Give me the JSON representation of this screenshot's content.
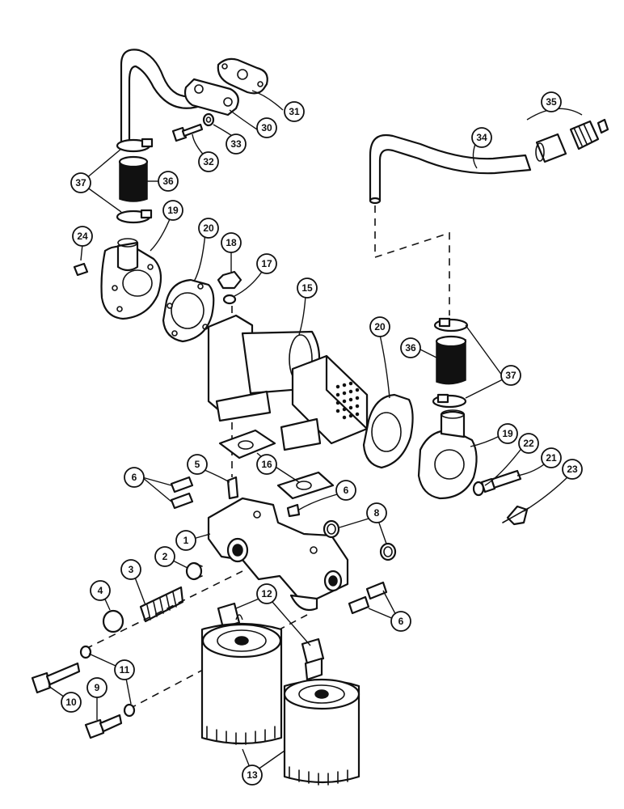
{
  "diagram": {
    "callouts": [
      {
        "id": "c31",
        "label": "31"
      },
      {
        "id": "c30",
        "label": "30"
      },
      {
        "id": "c33",
        "label": "33"
      },
      {
        "id": "c32",
        "label": "32"
      },
      {
        "id": "c37a",
        "label": "37"
      },
      {
        "id": "c36a",
        "label": "36"
      },
      {
        "id": "c35",
        "label": "35"
      },
      {
        "id": "c34",
        "label": "34"
      },
      {
        "id": "c24",
        "label": "24"
      },
      {
        "id": "c19a",
        "label": "19"
      },
      {
        "id": "c20a",
        "label": "20"
      },
      {
        "id": "c18",
        "label": "18"
      },
      {
        "id": "c17",
        "label": "17"
      },
      {
        "id": "c15",
        "label": "15"
      },
      {
        "id": "c20b",
        "label": "20"
      },
      {
        "id": "c36b",
        "label": "36"
      },
      {
        "id": "c37b",
        "label": "37"
      },
      {
        "id": "c19b",
        "label": "19"
      },
      {
        "id": "c22",
        "label": "22"
      },
      {
        "id": "c21",
        "label": "21"
      },
      {
        "id": "c23",
        "label": "23"
      },
      {
        "id": "c16",
        "label": "16"
      },
      {
        "id": "c5",
        "label": "5"
      },
      {
        "id": "c6a",
        "label": "6"
      },
      {
        "id": "c6b",
        "label": "6"
      },
      {
        "id": "c8",
        "label": "8"
      },
      {
        "id": "c1",
        "label": "1"
      },
      {
        "id": "c2",
        "label": "2"
      },
      {
        "id": "c3",
        "label": "3"
      },
      {
        "id": "c4",
        "label": "4"
      },
      {
        "id": "c12",
        "label": "12"
      },
      {
        "id": "c6c",
        "label": "6"
      },
      {
        "id": "c11",
        "label": "11"
      },
      {
        "id": "c10",
        "label": "10"
      },
      {
        "id": "c9",
        "label": "9"
      },
      {
        "id": "c13",
        "label": "13"
      }
    ]
  }
}
